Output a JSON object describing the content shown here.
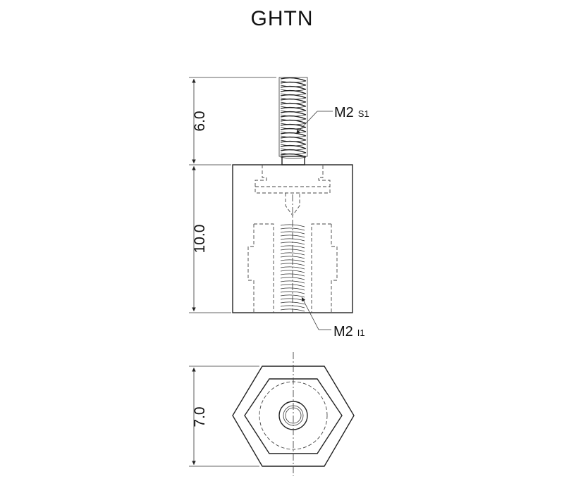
{
  "title": "GHTN",
  "dimensions": {
    "stud_length": "6.0",
    "body_length": "10.0",
    "hex_width": "7.0"
  },
  "callouts": {
    "stud_thread": {
      "label": "M2",
      "suffix": "S1"
    },
    "internal_thread": {
      "label": "M2",
      "suffix": "I1"
    }
  }
}
